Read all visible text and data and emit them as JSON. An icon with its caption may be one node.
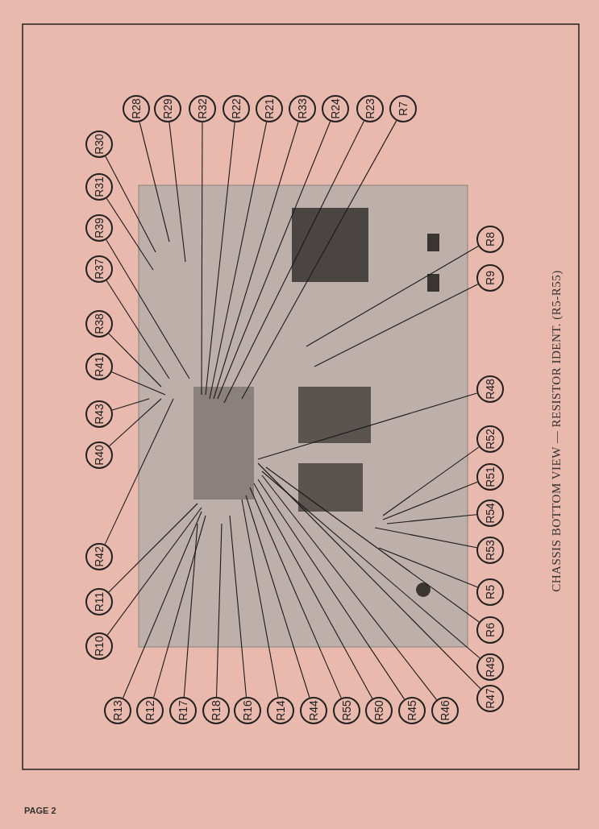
{
  "diagram": {
    "caption": "CHASSIS BOTTOM VIEW — RESISTOR IDENT. (R5-R55)",
    "nodes": [
      {
        "text": [
          "R28"
        ]
      },
      {
        "text": [
          "R29"
        ]
      },
      {
        "text": [
          "R32"
        ]
      },
      {
        "text": [
          "R22"
        ]
      },
      {
        "text": [
          "R21"
        ]
      },
      {
        "text": [
          "R33"
        ]
      },
      {
        "text": [
          "R24"
        ]
      },
      {
        "text": [
          "R23"
        ]
      },
      {
        "text": [
          "R7"
        ]
      },
      {
        "text": [
          "R30"
        ]
      },
      {
        "text": [
          "R31"
        ]
      },
      {
        "text": [
          "R39"
        ]
      },
      {
        "text": [
          "R37"
        ]
      },
      {
        "text": [
          "R38"
        ]
      },
      {
        "text": [
          "R41"
        ]
      },
      {
        "text": [
          "R43"
        ]
      },
      {
        "text": [
          "R40"
        ]
      },
      {
        "text": [
          "R42"
        ]
      },
      {
        "text": [
          "R11"
        ]
      },
      {
        "text": [
          "R10"
        ]
      },
      {
        "text": [
          "R8"
        ]
      },
      {
        "text": [
          "R9"
        ]
      },
      {
        "text": [
          "R48"
        ]
      },
      {
        "text": [
          "R52"
        ]
      },
      {
        "text": [
          "R51"
        ]
      },
      {
        "text": [
          "R54"
        ]
      },
      {
        "text": [
          "R53"
        ]
      },
      {
        "text": [
          "R5"
        ]
      },
      {
        "text": [
          "R6"
        ]
      },
      {
        "text": [
          "R49"
        ]
      },
      {
        "text": [
          "R47"
        ]
      },
      {
        "text": [
          "R13"
        ]
      },
      {
        "text": [
          "R12"
        ]
      },
      {
        "text": [
          "R17"
        ]
      },
      {
        "text": [
          "R18"
        ]
      },
      {
        "text": [
          "R16"
        ]
      },
      {
        "text": [
          "R14"
        ]
      },
      {
        "text": [
          "R44"
        ]
      },
      {
        "text": [
          "R55"
        ]
      },
      {
        "text": [
          "R50"
        ]
      },
      {
        "text": [
          "R45"
        ]
      },
      {
        "text": [
          "R46"
        ]
      }
    ],
    "edges": [
      {
        "from": 0,
        "to": null,
        "arrow": "none"
      },
      {
        "from": 1,
        "to": null,
        "arrow": "none"
      },
      {
        "from": 2,
        "to": null,
        "arrow": "none"
      },
      {
        "from": 3,
        "to": null,
        "arrow": "none"
      },
      {
        "from": 4,
        "to": null,
        "arrow": "none"
      },
      {
        "from": 5,
        "to": null,
        "arrow": "none"
      },
      {
        "from": 6,
        "to": null,
        "arrow": "none"
      },
      {
        "from": 7,
        "to": null,
        "arrow": "none"
      },
      {
        "from": 8,
        "to": null,
        "arrow": "none"
      },
      {
        "from": 9,
        "to": null,
        "arrow": "none"
      },
      {
        "from": 10,
        "to": null,
        "arrow": "none"
      },
      {
        "from": 11,
        "to": null,
        "arrow": "none"
      },
      {
        "from": 12,
        "to": null,
        "arrow": "none"
      },
      {
        "from": 13,
        "to": null,
        "arrow": "none"
      },
      {
        "from": 14,
        "to": null,
        "arrow": "none"
      },
      {
        "from": 15,
        "to": null,
        "arrow": "none"
      },
      {
        "from": 16,
        "to": null,
        "arrow": "none"
      },
      {
        "from": 17,
        "to": null,
        "arrow": "none"
      },
      {
        "from": 18,
        "to": null,
        "arrow": "none"
      },
      {
        "from": 19,
        "to": null,
        "arrow": "none"
      },
      {
        "from": 20,
        "to": null,
        "arrow": "none"
      },
      {
        "from": 21,
        "to": null,
        "arrow": "none"
      },
      {
        "from": 22,
        "to": null,
        "arrow": "none"
      },
      {
        "from": 23,
        "to": null,
        "arrow": "none"
      },
      {
        "from": 24,
        "to": null,
        "arrow": "none"
      },
      {
        "from": 25,
        "to": null,
        "arrow": "none"
      },
      {
        "from": 26,
        "to": null,
        "arrow": "none"
      },
      {
        "from": 27,
        "to": null,
        "arrow": "none"
      },
      {
        "from": 28,
        "to": null,
        "arrow": "none"
      },
      {
        "from": 29,
        "to": null,
        "arrow": "none"
      },
      {
        "from": 30,
        "to": null,
        "arrow": "none"
      },
      {
        "from": 31,
        "to": null,
        "arrow": "none"
      },
      {
        "from": 32,
        "to": null,
        "arrow": "none"
      },
      {
        "from": 33,
        "to": null,
        "arrow": "none"
      },
      {
        "from": 34,
        "to": null,
        "arrow": "none"
      },
      {
        "from": 35,
        "to": null,
        "arrow": "none"
      },
      {
        "from": 36,
        "to": null,
        "arrow": "none"
      },
      {
        "from": 37,
        "to": null,
        "arrow": "none"
      },
      {
        "from": 38,
        "to": null,
        "arrow": "none"
      },
      {
        "from": 39,
        "to": null,
        "arrow": "none"
      },
      {
        "from": 40,
        "to": null,
        "arrow": "none"
      },
      {
        "from": 41,
        "to": null,
        "arrow": "none"
      }
    ],
    "labels": [
      "PAGE 2"
    ]
  }
}
